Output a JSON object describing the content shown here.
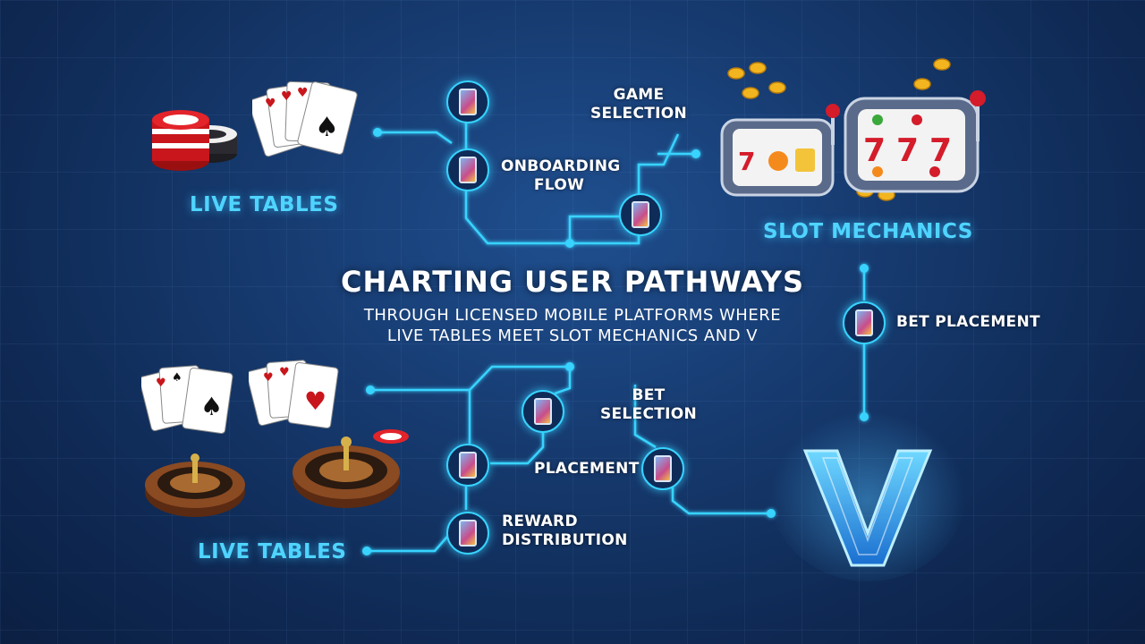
{
  "title": "CHARTING USER PATHWAYS",
  "subtitle_line1": "THROUGH LICENSED MOBILE PLATFORMS WHERE",
  "subtitle_line2": "LIVE TABLES MEET SLOT MECHANICS AND V",
  "sections": {
    "live_tables_top": "LIVE TABLES",
    "slot_mechanics": "SLOT MECHANICS",
    "live_tables_bottom": "LIVE TABLES"
  },
  "steps": {
    "game_selection_1": "GAME",
    "game_selection_2": "SELECTION",
    "onboarding_1": "ONBOARDING",
    "onboarding_2": "FLOW",
    "bet_placement": "BET PLACEMENT",
    "bet_selection_1": "BET",
    "bet_selection_2": "SELECTION",
    "placement": "PLACEMENT",
    "reward_1": "REWARD",
    "reward_2": "DISTRIBUTION"
  },
  "colors": {
    "accent": "#37d3ff",
    "title_cyan": "#4fd4ff",
    "logo_v": "#3fb7ff"
  },
  "icons": [
    "poker-chips-icon",
    "playing-cards-icon",
    "slot-machine-icon",
    "gold-coin-icon",
    "roulette-wheel-icon",
    "smartphone-icon",
    "v-logo-icon"
  ]
}
